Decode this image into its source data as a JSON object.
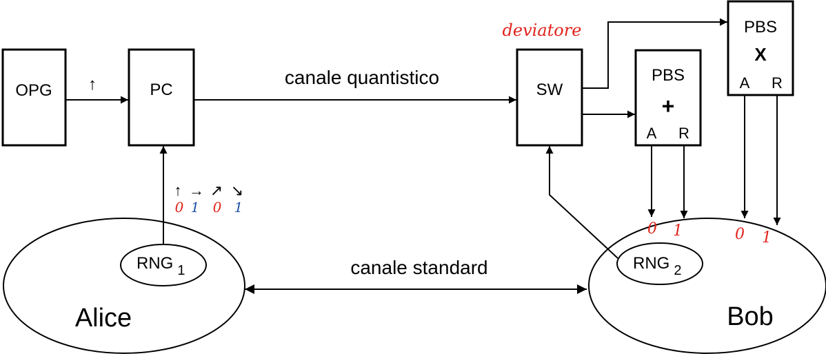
{
  "colors": {
    "ink": "#000000",
    "handwritten_red": "#e0231b",
    "handwritten_blue": "#1f4fa8"
  },
  "boxes": {
    "opg": "OPG",
    "pc": "PC",
    "sw": "SW",
    "pbs_plus": {
      "title": "PBS",
      "symbol": "+",
      "out_a": "A",
      "out_r": "R"
    },
    "pbs_x": {
      "title": "PBS",
      "symbol": "X",
      "out_a": "A",
      "out_r": "R"
    }
  },
  "parties": {
    "alice": {
      "name": "Alice",
      "rng": "RNG",
      "rng_sub": "1"
    },
    "bob": {
      "name": "Bob",
      "rng": "RNG",
      "rng_sub": "2"
    }
  },
  "channels": {
    "quantum": "canale quantistico",
    "standard": "canale standard"
  },
  "opg_output_polarization": "↑",
  "polarization_states": [
    {
      "symbol": "↑",
      "bit": "0",
      "bit_color": "red"
    },
    {
      "symbol": "→",
      "bit": "1",
      "bit_color": "blue"
    },
    {
      "symbol": "↗",
      "bit": "0",
      "bit_color": "red"
    },
    {
      "symbol": "↘",
      "bit": "1",
      "bit_color": "blue"
    }
  ],
  "handwritten": {
    "switch_label": "deviatore",
    "bob_bits_plus": [
      "0",
      "1"
    ],
    "bob_bits_x": [
      "0",
      "1"
    ]
  }
}
